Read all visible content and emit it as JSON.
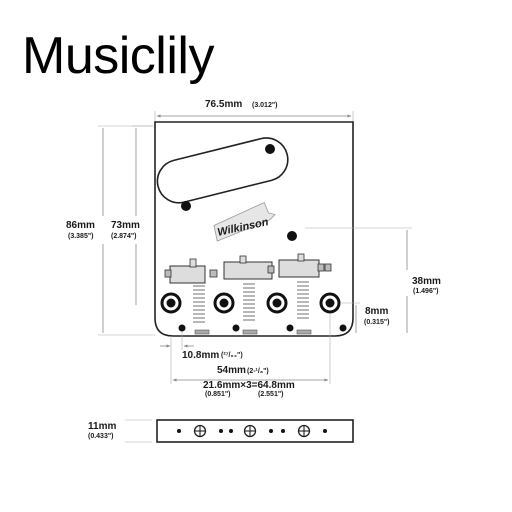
{
  "brand": {
    "title": "Musiclily"
  },
  "plate": {
    "logo_text": "Wilkinson"
  },
  "dimensions": {
    "width": {
      "mm": "76.5mm",
      "inch": "(3.012\")"
    },
    "height_total": {
      "mm": "86mm",
      "inch": "(3.385\")"
    },
    "height_73": {
      "mm": "73mm",
      "inch": "(2.874\")"
    },
    "height_38": {
      "mm": "38mm",
      "inch": "(1.496\")"
    },
    "height_8": {
      "mm": "8mm",
      "inch": "(0.315\")"
    },
    "spacing_10_8": {
      "mm": "10.8mm",
      "inch": "(²⁷/₆₄\")"
    },
    "span_54": {
      "mm": "54mm",
      "inch": "(2-¹/₈\")"
    },
    "span_64_8": {
      "mm": "21.6mm×3=64.8mm",
      "inch_a": "(0.851\")",
      "inch_b": "(2.551\")"
    },
    "side_11": {
      "mm": "11mm",
      "inch": "(0.433\")"
    }
  },
  "colors": {
    "plate_border": "#222222",
    "saddle_fill": "#dddddd",
    "spring": "#9a9a9a",
    "dimension_line": "#888888"
  }
}
